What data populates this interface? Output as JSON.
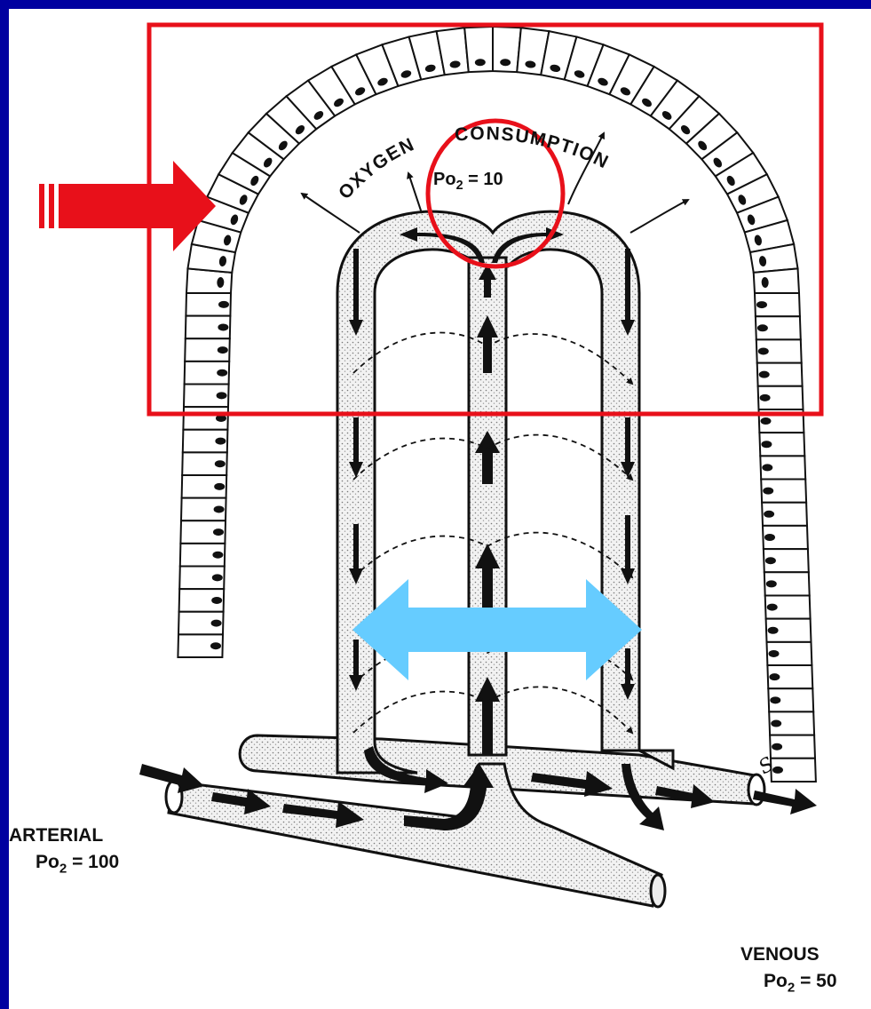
{
  "diagram": {
    "oxygen_word": "OXYGEN",
    "consumption_word": "CONSUMPTION",
    "tip_po2": {
      "prefix": "Po",
      "subscript": "2",
      "value": " = 10"
    },
    "arterial": {
      "label": "ARTERIAL",
      "prefix": "Po",
      "subscript": "2",
      "value": " = 100"
    },
    "venous": {
      "label": "VENOUS",
      "prefix": "Po",
      "subscript": "2",
      "value": " = 50"
    },
    "signature": "S"
  },
  "colors": {
    "background": "#0000a0",
    "highlight_red": "#e8101a",
    "exchange_arrow": "#66ccff",
    "ink": "#111111"
  }
}
